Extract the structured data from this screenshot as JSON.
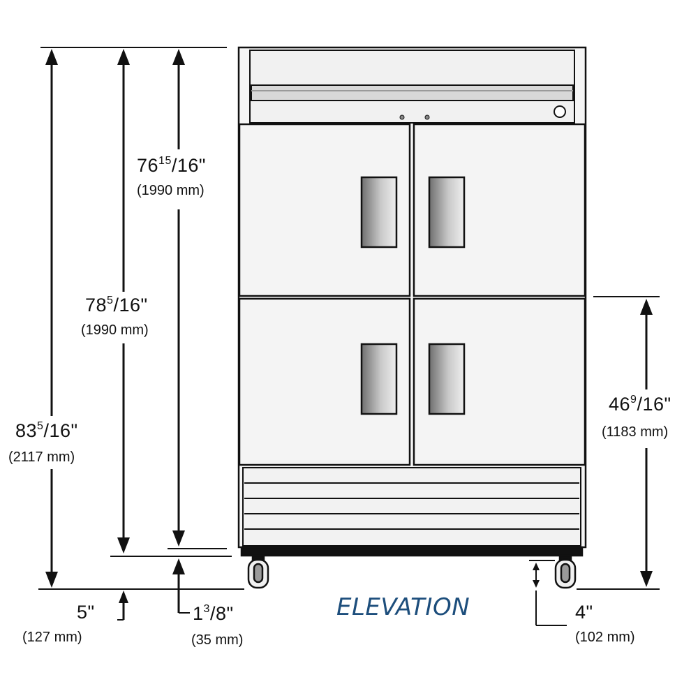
{
  "title": "ELEVATION",
  "colors": {
    "outline": "#111111",
    "panel": "#f3f3f3",
    "handle_dark": "#6f6f6f",
    "handle_light": "#e6e6e6",
    "title": "#1d4e7c"
  },
  "dimensions": {
    "overall_height": {
      "whole": "83",
      "num": "5",
      "den": "/16",
      "unit": "\"",
      "metric": "(2117 mm)"
    },
    "cabinet_height": {
      "whole": "78",
      "num": "5",
      "den": "/16",
      "unit": "\"",
      "metric": "(1990 mm)"
    },
    "door_section_height": {
      "whole": "76",
      "num": "15",
      "den": "/16",
      "unit": "\"",
      "metric": "(1990 mm)"
    },
    "lower_door_height": {
      "whole": "46",
      "num": "9",
      "den": "/16",
      "unit": "\"",
      "metric": "(1183 mm)"
    },
    "caster_height": {
      "whole": "5",
      "num": "",
      "den": "",
      "unit": "\"",
      "metric": "(127 mm)"
    },
    "base_rail": {
      "whole": "1",
      "num": "3",
      "den": "/8",
      "unit": "\"",
      "metric": "(35 mm)"
    },
    "clearance": {
      "whole": "4",
      "num": "",
      "den": "",
      "unit": "\"",
      "metric": "(102 mm)"
    }
  }
}
